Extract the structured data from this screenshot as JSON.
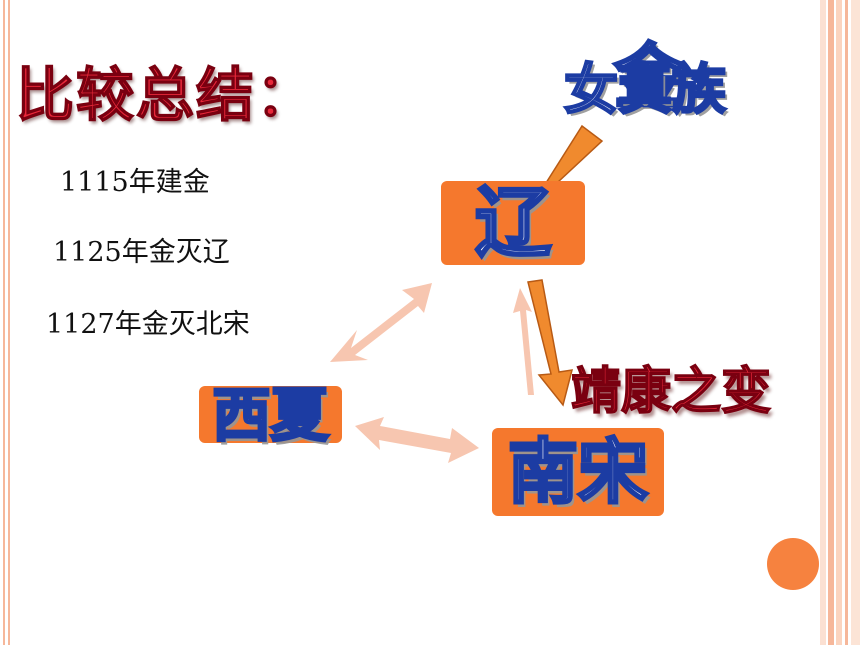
{
  "title": "比较总结：",
  "facts": [
    "1115年建金",
    "1125年金灭辽",
    "1127年金灭北宋"
  ],
  "nodes": {
    "liao": "辽",
    "xixia": "西夏",
    "nansong": "南宋",
    "jin": "金"
  },
  "labels": {
    "nuzhen": "女真族",
    "jingkang": "靖康之变"
  },
  "colors": {
    "node_fill": "#f5782d",
    "title_red": "#e8283a",
    "outline_blue": "#1c3ca3",
    "arrow_orange": "#f08a2e",
    "arrow_pale": "#f7c6b0"
  }
}
